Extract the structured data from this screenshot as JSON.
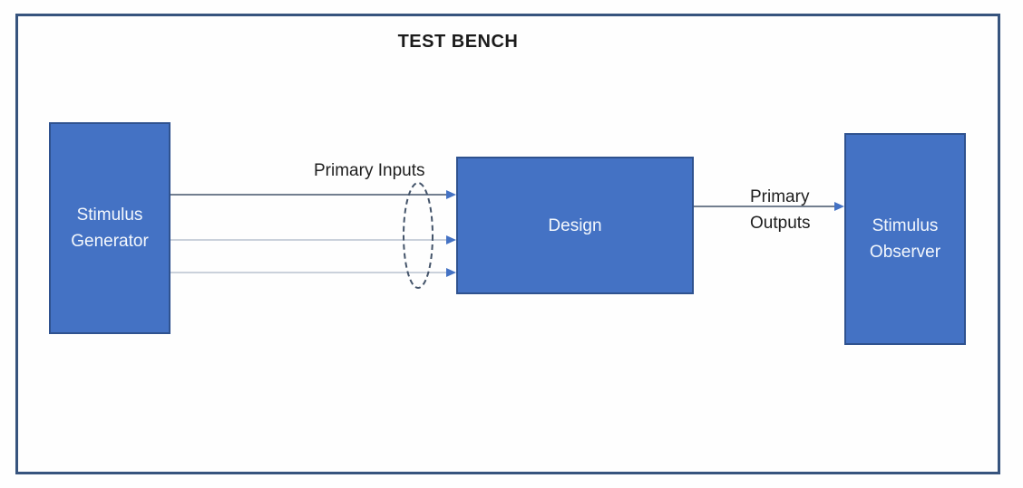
{
  "diagram": {
    "title": "TEST BENCH",
    "blocks": {
      "generator": {
        "line1": "Stimulus",
        "line2": "Generator"
      },
      "design": {
        "label": "Design"
      },
      "observer": {
        "line1": "Stimulus",
        "line2": "Observer"
      }
    },
    "labels": {
      "primary_inputs": "Primary Inputs",
      "primary_outputs_line1": "Primary",
      "primary_outputs_line2": "Outputs"
    }
  },
  "colors": {
    "block_fill": "#4472c4",
    "block_border": "#2f528f",
    "frame": "#37547e",
    "arrow": "#44546a",
    "light_line": "#b9c2cf",
    "arrowhead": "#4472c4",
    "ellipse": "#44546a"
  }
}
